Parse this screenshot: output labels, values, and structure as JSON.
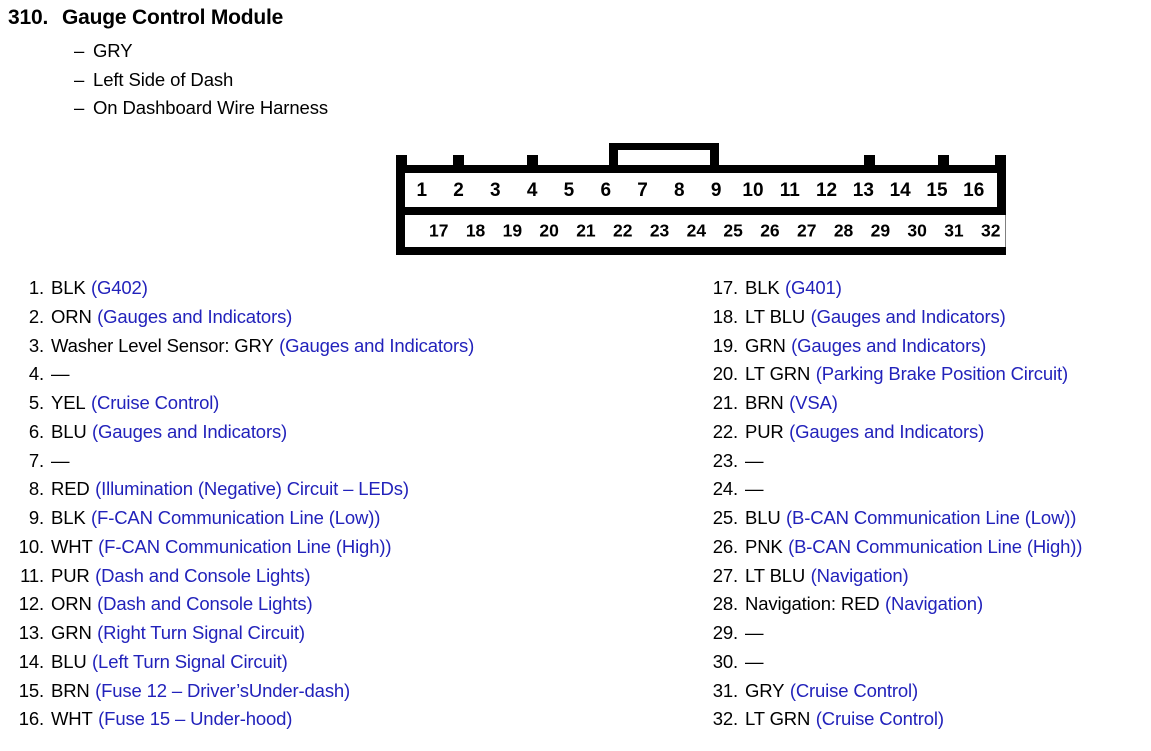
{
  "header": {
    "number": "310.",
    "title": "Gauge Control Module",
    "bullets": [
      {
        "dash": "–",
        "text": "GRY"
      },
      {
        "dash": "–",
        "text": "Left Side of Dash"
      },
      {
        "dash": "–",
        "text": "On Dashboard Wire Harness"
      }
    ]
  },
  "connector": {
    "top_row_pins": [
      "1",
      "2",
      "3",
      "4",
      "5",
      "6",
      "7",
      "8",
      "9",
      "10",
      "11",
      "12",
      "13",
      "14",
      "15",
      "16"
    ],
    "bottom_row_pins": [
      "17",
      "18",
      "19",
      "20",
      "21",
      "22",
      "23",
      "24",
      "25",
      "26",
      "27",
      "28",
      "29",
      "30",
      "31",
      "32"
    ],
    "outline_color": "#000000"
  },
  "colors": {
    "wire_code": "#000000",
    "circuit_description": "#2222bb"
  },
  "pins": {
    "left_column": [
      {
        "index": "1.",
        "wire": "BLK",
        "desc": "(G402)"
      },
      {
        "index": "2.",
        "wire": "ORN",
        "desc": "(Gauges and Indicators)"
      },
      {
        "index": "3.",
        "wire": "Washer Level Sensor: GRY",
        "desc": "(Gauges and Indicators)"
      },
      {
        "index": "4.",
        "wire": "—",
        "desc": ""
      },
      {
        "index": "5.",
        "wire": "YEL",
        "desc": "(Cruise Control)"
      },
      {
        "index": "6.",
        "wire": "BLU",
        "desc": "(Gauges and Indicators)"
      },
      {
        "index": "7.",
        "wire": "—",
        "desc": ""
      },
      {
        "index": "8.",
        "wire": "RED",
        "desc": "(Illumination (Negative) Circuit – LEDs)"
      },
      {
        "index": "9.",
        "wire": "BLK",
        "desc": "(F-CAN Communication Line (Low))"
      },
      {
        "index": "10.",
        "wire": "WHT",
        "desc": "(F-CAN Communication Line (High))"
      },
      {
        "index": "11.",
        "wire": "PUR",
        "desc": "(Dash and Console Lights)"
      },
      {
        "index": "12.",
        "wire": "ORN",
        "desc": "(Dash and Console Lights)"
      },
      {
        "index": "13.",
        "wire": "GRN",
        "desc": "(Right Turn Signal Circuit)"
      },
      {
        "index": "14.",
        "wire": "BLU",
        "desc": "(Left Turn Signal Circuit)"
      },
      {
        "index": "15.",
        "wire": "BRN",
        "desc": "(Fuse 12 – Driver’sUnder-dash)"
      },
      {
        "index": "16.",
        "wire": "WHT",
        "desc": "(Fuse 15 – Under-hood)"
      }
    ],
    "right_column": [
      {
        "index": "17.",
        "wire": "BLK",
        "desc": "(G401)"
      },
      {
        "index": "18.",
        "wire": "LT BLU",
        "desc": "(Gauges and Indicators)"
      },
      {
        "index": "19.",
        "wire": "GRN",
        "desc": "(Gauges and Indicators)"
      },
      {
        "index": "20.",
        "wire": "LT GRN",
        "desc": "(Parking Brake Position Circuit)"
      },
      {
        "index": "21.",
        "wire": "BRN",
        "desc": "(VSA)"
      },
      {
        "index": "22.",
        "wire": "PUR",
        "desc": "(Gauges and Indicators)"
      },
      {
        "index": "23.",
        "wire": "—",
        "desc": ""
      },
      {
        "index": "24.",
        "wire": "—",
        "desc": ""
      },
      {
        "index": "25.",
        "wire": "BLU",
        "desc": "(B-CAN Communication Line (Low))"
      },
      {
        "index": "26.",
        "wire": "PNK",
        "desc": "(B-CAN Communication Line (High))"
      },
      {
        "index": "27.",
        "wire": "LT BLU",
        "desc": "(Navigation)"
      },
      {
        "index": "28.",
        "wire": "Navigation: RED",
        "desc": "(Navigation)"
      },
      {
        "index": "29.",
        "wire": "—",
        "desc": ""
      },
      {
        "index": "30.",
        "wire": "—",
        "desc": ""
      },
      {
        "index": "31.",
        "wire": "GRY",
        "desc": "(Cruise Control)"
      },
      {
        "index": "32.",
        "wire": "LT GRN",
        "desc": "(Cruise Control)"
      }
    ]
  }
}
